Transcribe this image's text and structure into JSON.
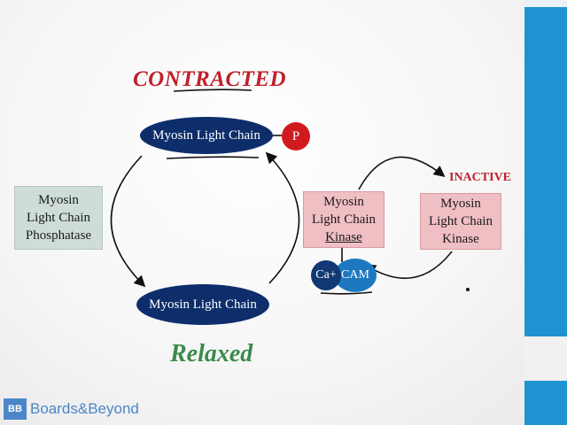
{
  "diagram": {
    "titles": {
      "contracted": "CONTRACTED",
      "relaxed": "Relaxed",
      "inactive": "INACTIVE"
    },
    "nodes": {
      "mlc_top": "Myosin Light Chain",
      "mlc_bottom": "Myosin Light Chain",
      "phosphate": "P",
      "phosphatase": [
        "Myosin",
        "Light Chain",
        "Phosphatase"
      ],
      "kinase_active": [
        "Myosin",
        "Light Chain",
        "Kinase"
      ],
      "kinase_inactive": [
        "Myosin",
        "Light Chain",
        "Kinase"
      ],
      "calcium": "Ca+",
      "calmodulin": "CAM"
    },
    "colors": {
      "navy": "#0d2e6b",
      "red": "#c0202a",
      "green": "#3a8a4a",
      "pink": "#f0bfc4",
      "sage": "#cfddd8",
      "blue_bar": "#1f93d2"
    }
  },
  "footer": {
    "logo_mark": "BB",
    "logo_text": "Boards&Beyond"
  }
}
